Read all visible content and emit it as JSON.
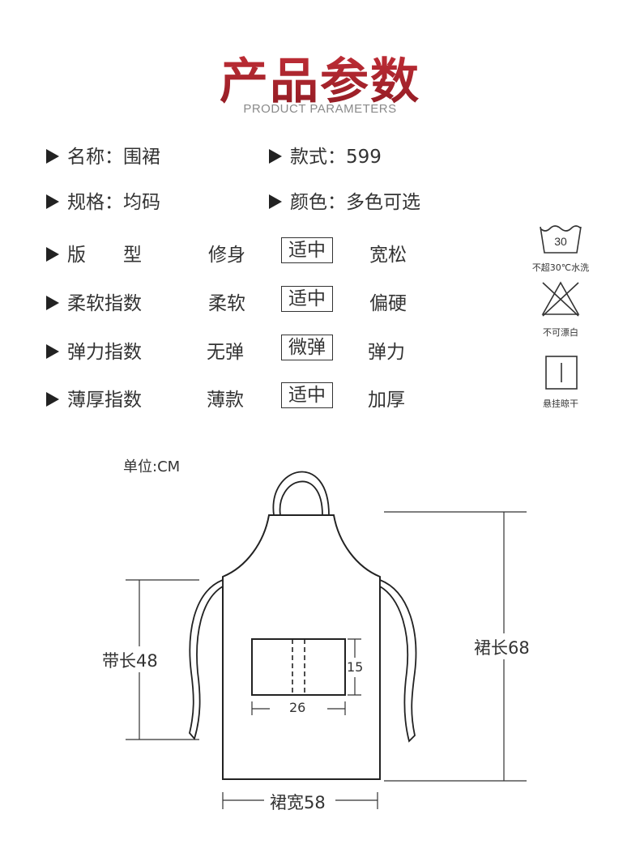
{
  "header": {
    "title": "产品参数",
    "subtitle": "PRODUCT PARAMETERS"
  },
  "info": {
    "name_label": "名称：",
    "name_value": "围裙",
    "style_label": "款式：",
    "style_value": "599",
    "size_label": "规格：",
    "size_value": "均码",
    "color_label": "颜色：",
    "color_value": "多色可选"
  },
  "ratings": [
    {
      "label": "版　　型",
      "options": [
        "修身",
        "适中",
        "宽松"
      ],
      "selected": "适中"
    },
    {
      "label": "柔软指数",
      "options": [
        "柔软",
        "适中",
        "偏硬"
      ],
      "selected": "适中"
    },
    {
      "label": "弹力指数",
      "options": [
        "无弹",
        "微弹",
        "弹力"
      ],
      "selected": "微弹"
    },
    {
      "label": "薄厚指数",
      "options": [
        "薄款",
        "适中",
        "加厚"
      ],
      "selected": "适中"
    }
  ],
  "care": {
    "wash_temp": "30",
    "wash_label": "不超30℃水洗",
    "bleach_label": "不可漂白",
    "dry_label": "悬挂晾干"
  },
  "diagram": {
    "unit": "单位:CM",
    "strap_length": "带长48",
    "apron_length": "裙长68",
    "apron_width": "裙宽58",
    "pocket_height": "15",
    "pocket_width": "26"
  }
}
